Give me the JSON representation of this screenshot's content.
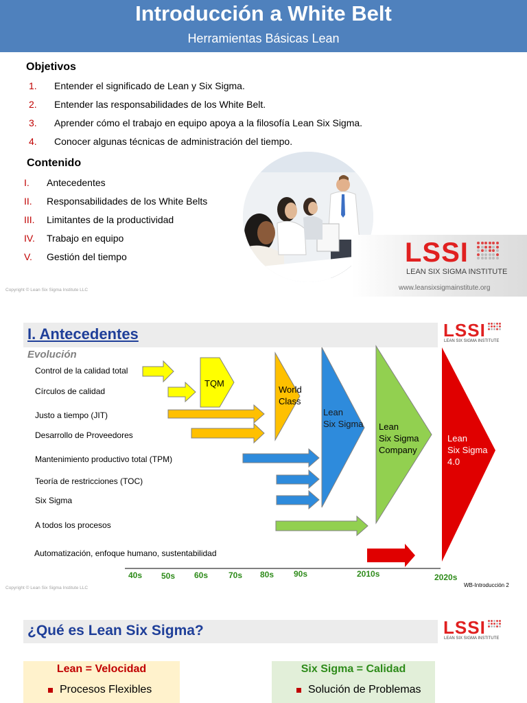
{
  "slide1": {
    "title": "Introducción a White Belt",
    "subtitle": "Herramientas Básicas Lean",
    "objectives_heading": "Objetivos",
    "objectives": [
      {
        "num": "1.",
        "text": "Entender el significado de Lean y Six Sigma."
      },
      {
        "num": "2.",
        "text": "Entender las responsabilidades de los White Belt."
      },
      {
        "num": "3.",
        "text": "Aprender cómo el trabajo en equipo apoya a la filosofía Lean Six Sigma."
      },
      {
        "num": "4.",
        "text": "Conocer algunas técnicas de administración del tiempo."
      }
    ],
    "content_heading": "Contenido",
    "contents": [
      {
        "num": "I.",
        "text": "Antecedentes"
      },
      {
        "num": "II.",
        "text": "Responsabilidades de los White Belts"
      },
      {
        "num": "III.",
        "text": "Limitantes de la productividad"
      },
      {
        "num": "IV.",
        "text": "Trabajo en equipo"
      },
      {
        "num": "V.",
        "text": "Gestión del tiempo"
      }
    ],
    "copyright": "Copyright © Lean Six Sigma Institute LLC",
    "logo_text": "LSSI",
    "logo_subtext": "LEAN SIX SIGMA INSTITUTE",
    "website": "www.leansixsigmainstitute.org"
  },
  "slide2": {
    "title": "I. Antecedentes",
    "subtitle": "Evolución",
    "logo_text": "LSSI",
    "logo_subtext": "LEAN SIX SIGMA INSTITUTE",
    "labels": [
      "Control de la calidad total",
      "Círculos de calidad",
      "Justo a tiempo (JIT)",
      "Desarrollo de Proveedores",
      "Mantenimiento productivo total (TPM)",
      "Teoría de restricciones (TOC)",
      "Six Sigma",
      "A todos los  procesos",
      "Automatización, enfoque humano, sustentabilidad"
    ],
    "stages": [
      {
        "line1": "TQM",
        "line2": "",
        "line3": ""
      },
      {
        "line1": "World",
        "line2": "Class",
        "line3": ""
      },
      {
        "line1": "Lean",
        "line2": "Six Sigma",
        "line3": ""
      },
      {
        "line1": "Lean",
        "line2": "Six Sigma",
        "line3": "Company"
      },
      {
        "line1": "Lean",
        "line2": "Six Sigma",
        "line3": "4.0"
      }
    ],
    "decades": [
      "40s",
      "50s",
      "60s",
      "70s",
      "80s",
      "90s",
      "2010s",
      "2020s"
    ],
    "colors": {
      "yellow": "#ffff00",
      "orange": "#ffc000",
      "blue": "#2e8bdc",
      "green": "#92d050",
      "red": "#e00000"
    },
    "copyright": "Copyright © Lean Six Sigma Institute LLC",
    "slide_number": "WB-Introducción 2"
  },
  "slide3": {
    "title": "¿Qué es Lean Six Sigma?",
    "logo_text": "LSSI",
    "logo_subtext": "LEAN SIX SIGMA INSTITUTE",
    "lean_heading": "Lean = Velocidad",
    "lean_item": "Procesos Flexibles",
    "sigma_heading": "Six Sigma = Calidad",
    "sigma_item": "Solución de Problemas"
  }
}
